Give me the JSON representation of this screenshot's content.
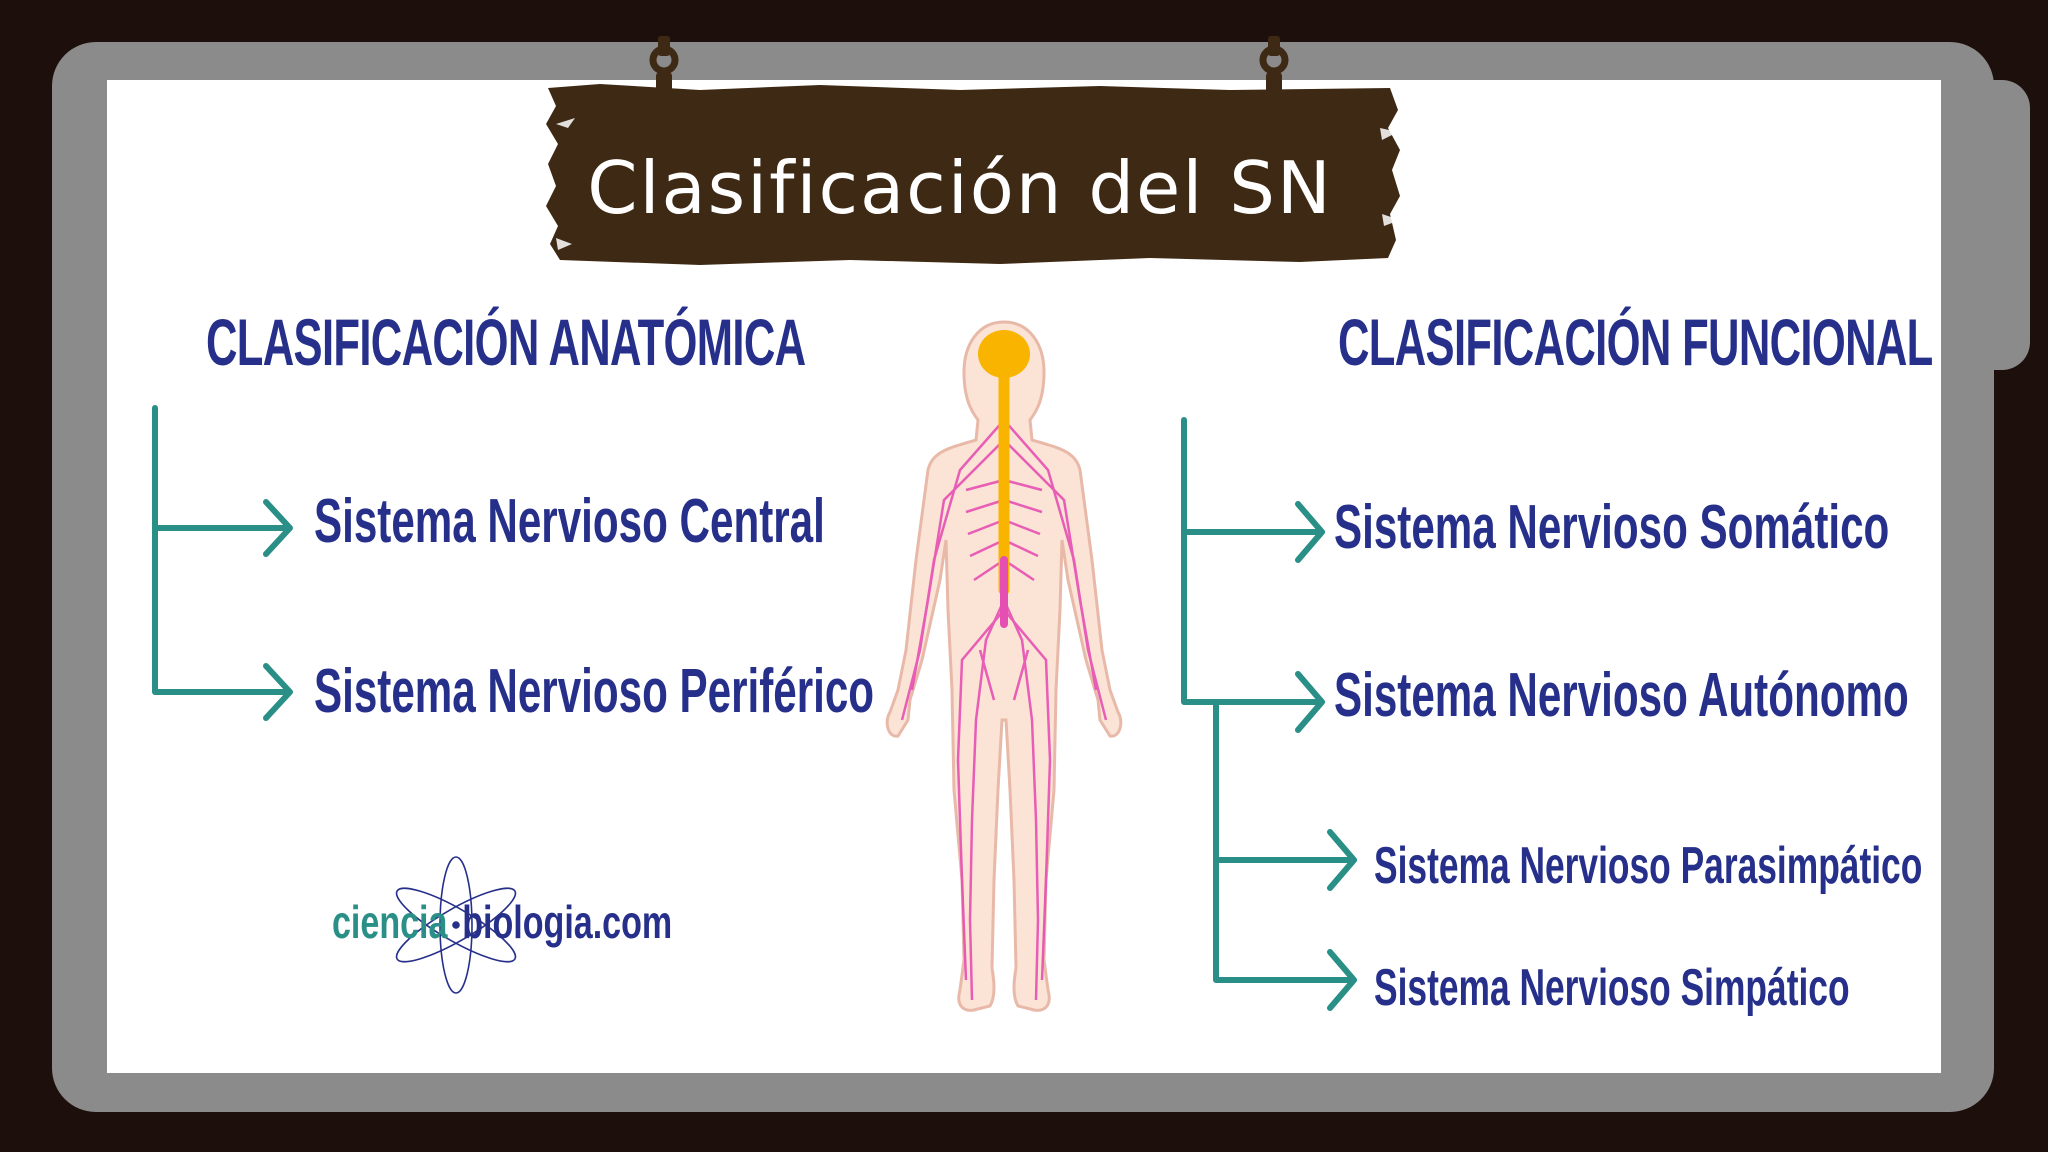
{
  "title": "Clasificación del SN",
  "left_heading": "CLASIFICACIÓN ANATÓMICA",
  "right_heading": "CLASIFICACIÓN FUNCIONAL",
  "anatomica": {
    "central": "Sistema Nervioso Central",
    "periferico": "Sistema Nervioso Periférico"
  },
  "funcional": {
    "somatico": "Sistema Nervioso Somático",
    "autonomo": "Sistema Nervioso Autónomo",
    "parasimpatico": "Sistema Nervioso Parasimpático",
    "simpatico": "Sistema Nervioso Simpático"
  },
  "logo": {
    "part1": "ciencia",
    "part2": "biologia.com",
    "icon": "atom-icon"
  },
  "colors": {
    "heading": "#26308a",
    "arrow": "#2a8f86",
    "board": "#3e2914",
    "brain": "#f9b400",
    "nerves": "#e64fb2",
    "skin": "#fbe3d6"
  }
}
